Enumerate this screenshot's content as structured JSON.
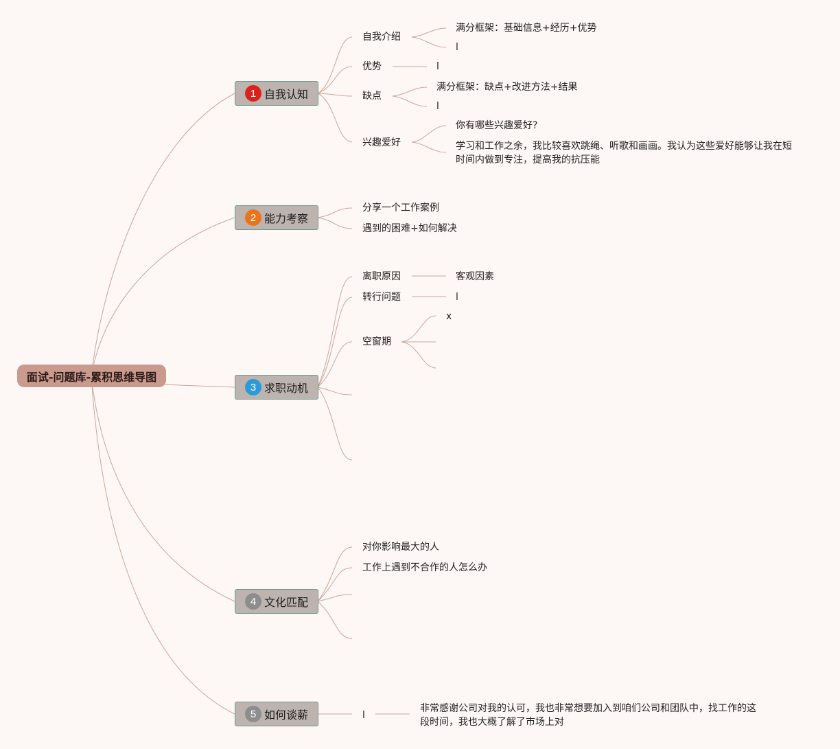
{
  "root": {
    "title": "面试-问题库-累积思维导图"
  },
  "colors": {
    "background": "#fdf7f5",
    "root_fill": "#c99a8d",
    "branch_fill": "#bdb4b0",
    "branch_border": "#6d9a8c",
    "line": "#c9a79b",
    "badge_1": "#d8231b",
    "badge_2": "#e8751c",
    "badge_3": "#2b9ad6",
    "badge_4": "#8d8d8d",
    "badge_5": "#8d8d8d"
  },
  "branches": [
    {
      "num": "1",
      "title": "自我认知",
      "children": [
        {
          "label": "自我介绍",
          "children": [
            "满分框架：基础信息+经历+优势",
            "l"
          ]
        },
        {
          "label": "优势",
          "children": [
            "l"
          ]
        },
        {
          "label": "缺点",
          "children": [
            "满分框架：缺点+改进方法+结果",
            "l"
          ]
        },
        {
          "label": "兴趣爱好",
          "children": [
            "你有哪些兴趣爱好?",
            "学习和工作之余，我比较喜欢跳绳、听歌和画画。我认为这些爱好能够让我在短时间内做到专注，提高我的抗压能"
          ]
        }
      ]
    },
    {
      "num": "2",
      "title": "能力考察",
      "children": [
        {
          "label": "分享一个工作案例"
        },
        {
          "label": "遇到的困难+如何解决"
        }
      ]
    },
    {
      "num": "3",
      "title": "求职动机",
      "children": [
        {
          "label": "离职原因",
          "children": [
            "客观因素"
          ]
        },
        {
          "label": "转行问题",
          "children": [
            "l"
          ]
        },
        {
          "label": "空窗期",
          "children": [
            "x",
            "",
            ""
          ]
        },
        {
          "label": ""
        },
        {
          "label": ""
        }
      ]
    },
    {
      "num": "4",
      "title": "文化匹配",
      "children": [
        {
          "label": "对你影响最大的人"
        },
        {
          "label": "工作上遇到不合作的人怎么办"
        },
        {
          "label": ""
        },
        {
          "label": ""
        }
      ]
    },
    {
      "num": "5",
      "title": "如何谈薪",
      "children": [
        {
          "label": "l",
          "children": [
            "非常感谢公司对我的认可，我也非常想要加入到咱们公司和团队中，找工作的这段时间，我也大概了解了市场上对"
          ]
        }
      ]
    }
  ]
}
